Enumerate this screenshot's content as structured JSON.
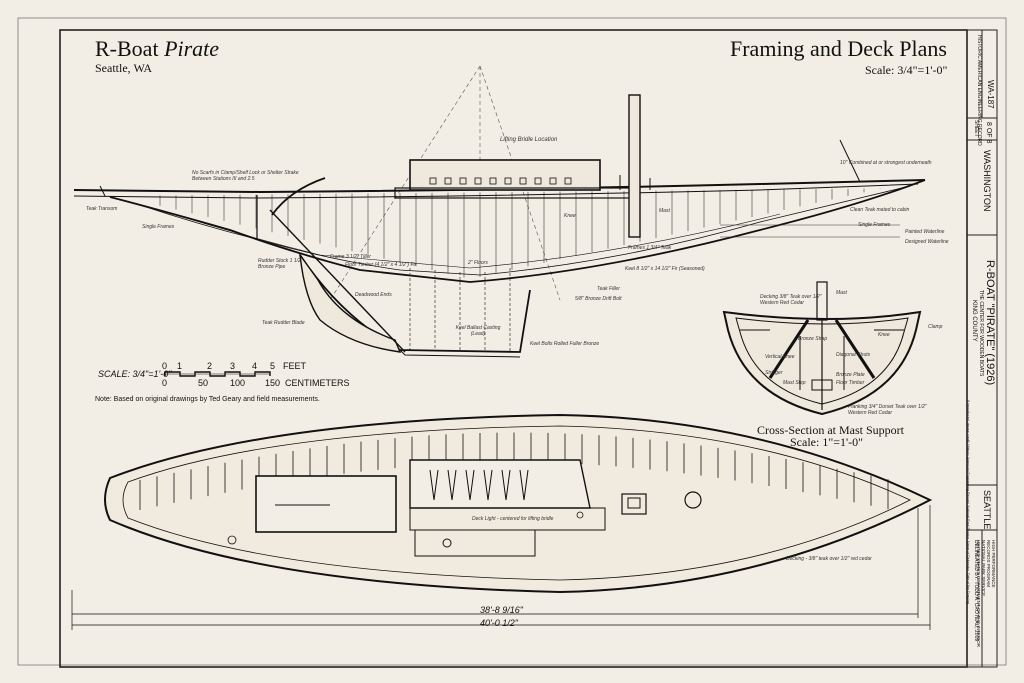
{
  "title": {
    "boat": "R-Boat",
    "name": "Pirate",
    "location": "Seattle, WA"
  },
  "sheet_title": "Framing and Deck Plans",
  "sheet_scale": "Scale: 3/4\"=1'-0\"",
  "bar_scale": {
    "label": "SCALE: 3/4\"=1'-0\"",
    "feet_ticks": [
      "0",
      "1",
      "2",
      "3",
      "4",
      "5"
    ],
    "feet_unit": "FEET",
    "cm_ticks": [
      "0",
      "50",
      "100",
      "150"
    ],
    "cm_unit": "CENTIMETERS"
  },
  "note": "Note: Based on original drawings by Ted Geary and field measurements.",
  "cross_section": {
    "title": "Cross-Section at Mast Support",
    "scale": "Scale: 1\"=1'-0\""
  },
  "dimensions": {
    "overall": "40'-0 1/2\"",
    "deck": "38'-8 9/16\""
  },
  "profile_labels": {
    "lifting_bridle": "Lifting Bridle Location",
    "no_scarfs": "No Scarfs in Clamp/Shelf Lock or Shelter Strake Between Stations III and 2.5",
    "ten_combined": "10\" Combined at or strongest underneath",
    "teak_transom": "Teak Transom",
    "single_frames_aft": "Single Frames",
    "rudder_stock": "Rudder Stock 1 1/2\" Bronze Pipe",
    "frame_tiller": "Frame 3 1/2\" Tiller",
    "floor_timber": "Floor Timber (4 1/2\" x 4 1/2\") Fir",
    "deadwood": "Deadwood Ends",
    "teak_rudder": "Teak Rudder Blade",
    "keel_ballast": "Keel Ballast Casting (Lead)",
    "keel_bolts": "Keel Bolts Rolled Fuller Bronze",
    "bronze_drift": "5/8\" Bronze Drift Bolt",
    "teak_filler": "Teak Filler",
    "keel_fir": "Keel 8 1/2\" x 14 1/2\" Fir (Seasoned)",
    "frames_profile": "Frames 1 3/4\" Teak",
    "floors": "2\" Floors",
    "mast_label": "Mast",
    "knee_label": "Knee",
    "clamp_teak": "Clean Teak mated to cabin",
    "single_frames_fwd": "Single Frames",
    "painted_waterline": "Painted Waterline",
    "designed_waterline": "Designed Waterline"
  },
  "section_labels": {
    "decking": "Decking 3/8\" Teak over 1/2\" Western Red Cedar",
    "mast": "Mast",
    "bronze_strap": "Bronze Strap",
    "knee": "Knee",
    "clamp": "Clamp",
    "vertical_knee": "Vertical Knee",
    "diagonal_strut": "Diagonal Struts",
    "stringer": "Stringer",
    "mast_step": "Mast Step",
    "bronze_plate": "Bronze Plate",
    "floor_timber": "Floor Timber",
    "planking": "Planking 3/4\" Dorset Teak over 1/2\" Western Red Cedar"
  },
  "plan_labels": {
    "deck_light": "Deck Light - centered for lifting bridle",
    "decking": "Decking - 3/8\" teak over 1/2\" red cedar"
  },
  "title_block": {
    "survey_top": "HISTORIC AMERICAN ENGINEERING RECORD",
    "survey_no": "WA-187",
    "sheet_label": "SHEET",
    "sheet_no": "8",
    "of_label": "OF",
    "sheet_total": "8",
    "state": "WASHINGTON",
    "project_title": "R-BOAT \"PIRATE\" (1926)",
    "project_sub1": "THE CENTER FOR WOODEN BOATS",
    "project_sub2": "KING COUNTY",
    "city": "SEATTLE",
    "delineated": "DELINEATED BY: TODD A. CROTEAU, 2009",
    "agency1": "HIGH PERFORMANCE",
    "agency2": "RECORDS PROGRAM",
    "agency3": "NATIONAL PARK SERVICE",
    "agency4": "UNITED STATES DEPARTMENT OF THE INTERIOR",
    "fine_print": "If reproduced, please credit: Historic American Engineering Record, National Park Service. Name of Delineator, Date of the Drawing."
  }
}
